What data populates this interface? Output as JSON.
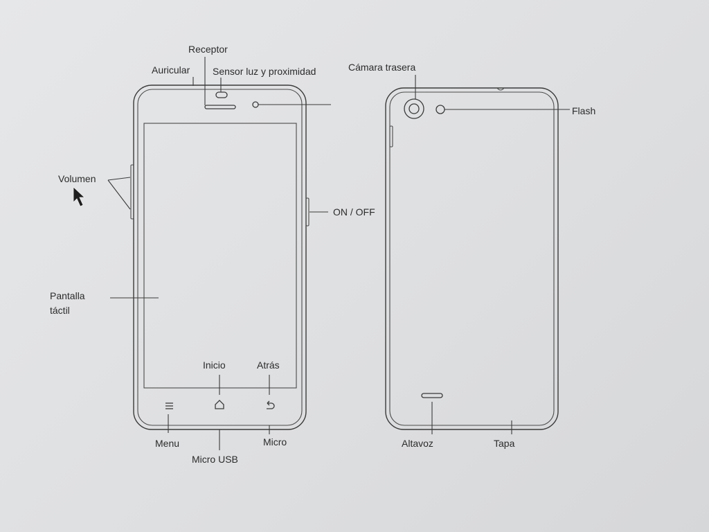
{
  "labels": {
    "receptor": "Receptor",
    "auricular": "Auricular",
    "sensor": "Sensor luz y proximidad",
    "camara_trasera": "Cámara trasera",
    "flash": "Flash",
    "volumen": "Volumen",
    "on_off": "ON / OFF",
    "pantalla_line1": "Pantalla",
    "pantalla_line2": "táctil",
    "inicio": "Inicio",
    "atras": "Atrás",
    "menu": "Menu",
    "micro_usb": "Micro USB",
    "micro": "Micro",
    "altavoz": "Altavoz",
    "tapa": "Tapa"
  },
  "icons": [
    "menu-icon",
    "home-icon",
    "back-icon",
    "mouse-cursor-icon"
  ]
}
